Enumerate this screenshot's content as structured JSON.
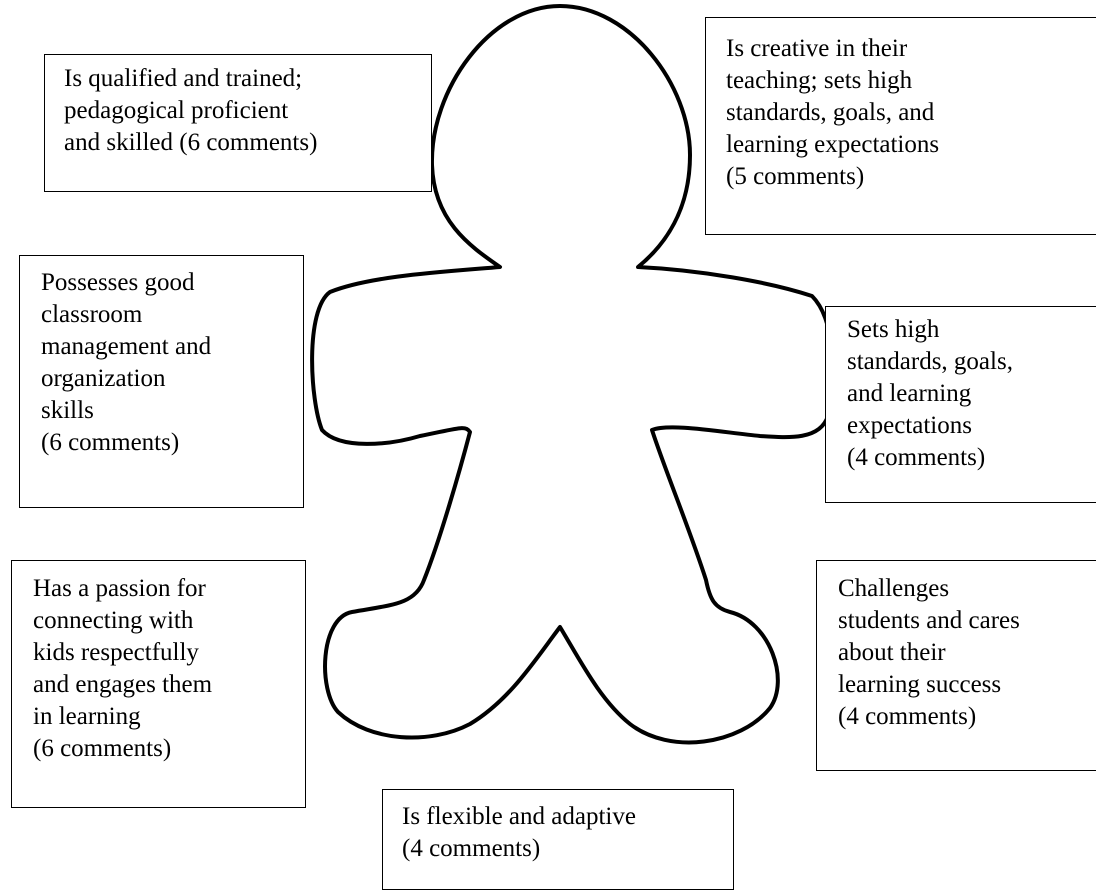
{
  "boxes": {
    "qualified": {
      "lines": [
        "Is qualified and trained;",
        "pedagogical proficient",
        "and skilled (6 comments)"
      ]
    },
    "creative": {
      "lines": [
        "Is creative in their",
        "teaching; sets high",
        "standards, goals, and",
        "learning expectations",
        "(5 comments)"
      ]
    },
    "classroom": {
      "lines": [
        "Possesses good",
        "classroom",
        "management and",
        "organization",
        "skills",
        "(6 comments)"
      ]
    },
    "standards": {
      "lines": [
        "Sets high",
        "standards, goals,",
        "and learning",
        "expectations",
        "(4 comments)"
      ]
    },
    "passion": {
      "lines": [
        "Has a passion for",
        "connecting with",
        "kids respectfully",
        "and engages them",
        "in learning",
        "(6 comments)"
      ]
    },
    "challenges": {
      "lines": [
        "Challenges",
        "students and cares",
        "about their",
        "learning success",
        "(4 comments)"
      ]
    },
    "flexible": {
      "lines": [
        "Is flexible and adaptive",
        "(4 comments)"
      ]
    }
  },
  "colors": {
    "outline": "#000000",
    "background": "#ffffff",
    "text": "#000000"
  }
}
